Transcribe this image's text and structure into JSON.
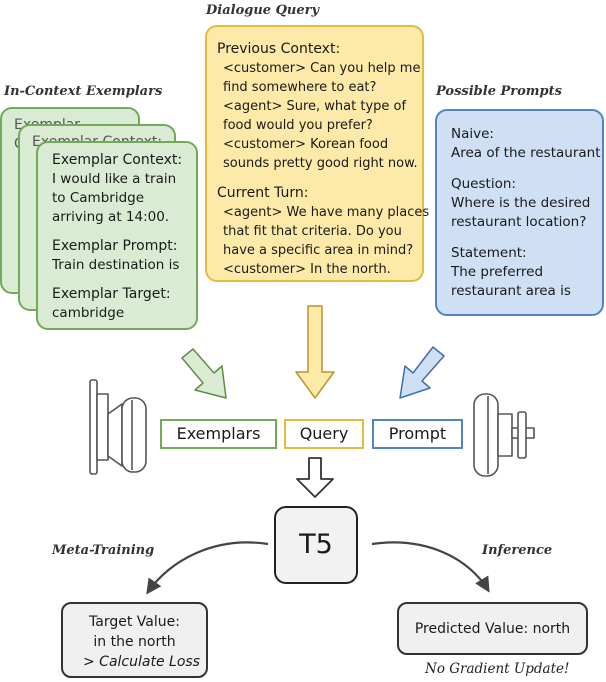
{
  "captions": {
    "dialogue_query": "Dialogue Query",
    "in_context_exemplars": "In-Context Exemplars",
    "possible_prompts": "Possible Prompts",
    "meta_training": "Meta-Training",
    "inference": "Inference",
    "no_gradient": "No Gradient Update!"
  },
  "exemplar_back": {
    "label": "Exemplar Context:"
  },
  "exemplar_front": {
    "context_label": "Exemplar Context:",
    "context_lines": [
      "I would like a train",
      "to Cambridge",
      "arriving at 14:00."
    ],
    "prompt_label": "Exemplar Prompt:",
    "prompt_value": "Train destination is",
    "target_label": "Exemplar Target:",
    "target_value": "cambridge"
  },
  "query": {
    "previous_label": "Previous Context:",
    "previous_lines": [
      "<customer> Can you help me",
      "find somewhere to eat?",
      "<agent> Sure, what type of",
      "food would you prefer?",
      "<customer> Korean food",
      "sounds pretty good right now."
    ],
    "current_label": "Current Turn:",
    "current_lines": [
      "<agent> We have many places",
      "that fit that criteria.  Do you",
      "have a specific area in mind?",
      "<customer> In the north."
    ]
  },
  "prompts": {
    "naive_label": "Naive:",
    "naive_value": "Area of the restaurant",
    "question_label": "Question:",
    "question_lines": [
      "Where is the desired",
      "restaurant location?"
    ],
    "statement_label": "Statement:",
    "statement_lines": [
      "The preferred",
      "restaurant area is"
    ]
  },
  "slots": {
    "exemplars": "Exemplars",
    "query": "Query",
    "prompt": "Prompt"
  },
  "model": "T5",
  "outputs": {
    "target_line1": "Target Value:",
    "target_line2": "in the north",
    "target_line3": "> Calculate Loss",
    "predicted": "Predicted Value: north"
  },
  "colors": {
    "green": "#72a95a",
    "green_fill": "#d9ebd2",
    "yellow": "#e4bb3e",
    "yellow_fill": "#fdeaa8",
    "blue": "#4f84c7",
    "blue_fill": "#cfe0f4"
  }
}
